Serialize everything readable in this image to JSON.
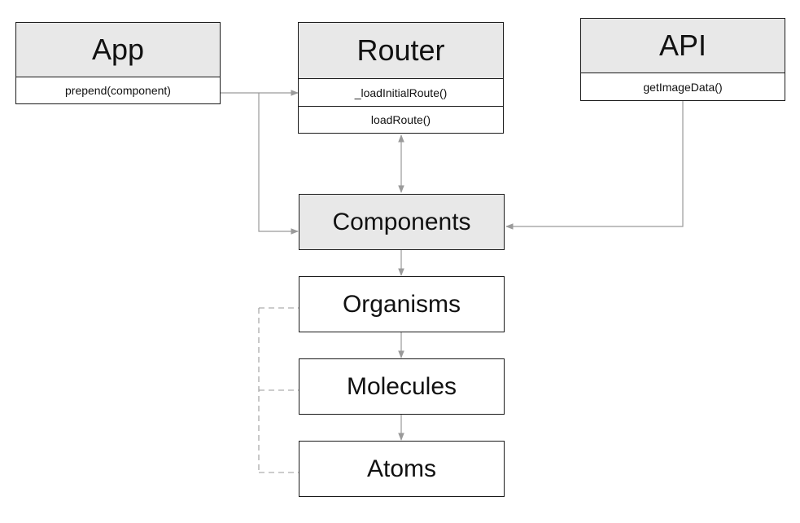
{
  "diagram": {
    "app": {
      "title": "App",
      "methods": [
        "prepend(component)"
      ]
    },
    "router": {
      "title": "Router",
      "methods": [
        "_loadInitialRoute()",
        "loadRoute()"
      ]
    },
    "api": {
      "title": "API",
      "methods": [
        "getImageData()"
      ]
    },
    "components": {
      "title": "Components"
    },
    "organisms": {
      "title": "Organisms"
    },
    "molecules": {
      "title": "Molecules"
    },
    "atoms": {
      "title": "Atoms"
    }
  },
  "colors": {
    "line": "#9a9a9a",
    "header_fill": "#e8e8e8",
    "border": "#1a1a1a"
  }
}
